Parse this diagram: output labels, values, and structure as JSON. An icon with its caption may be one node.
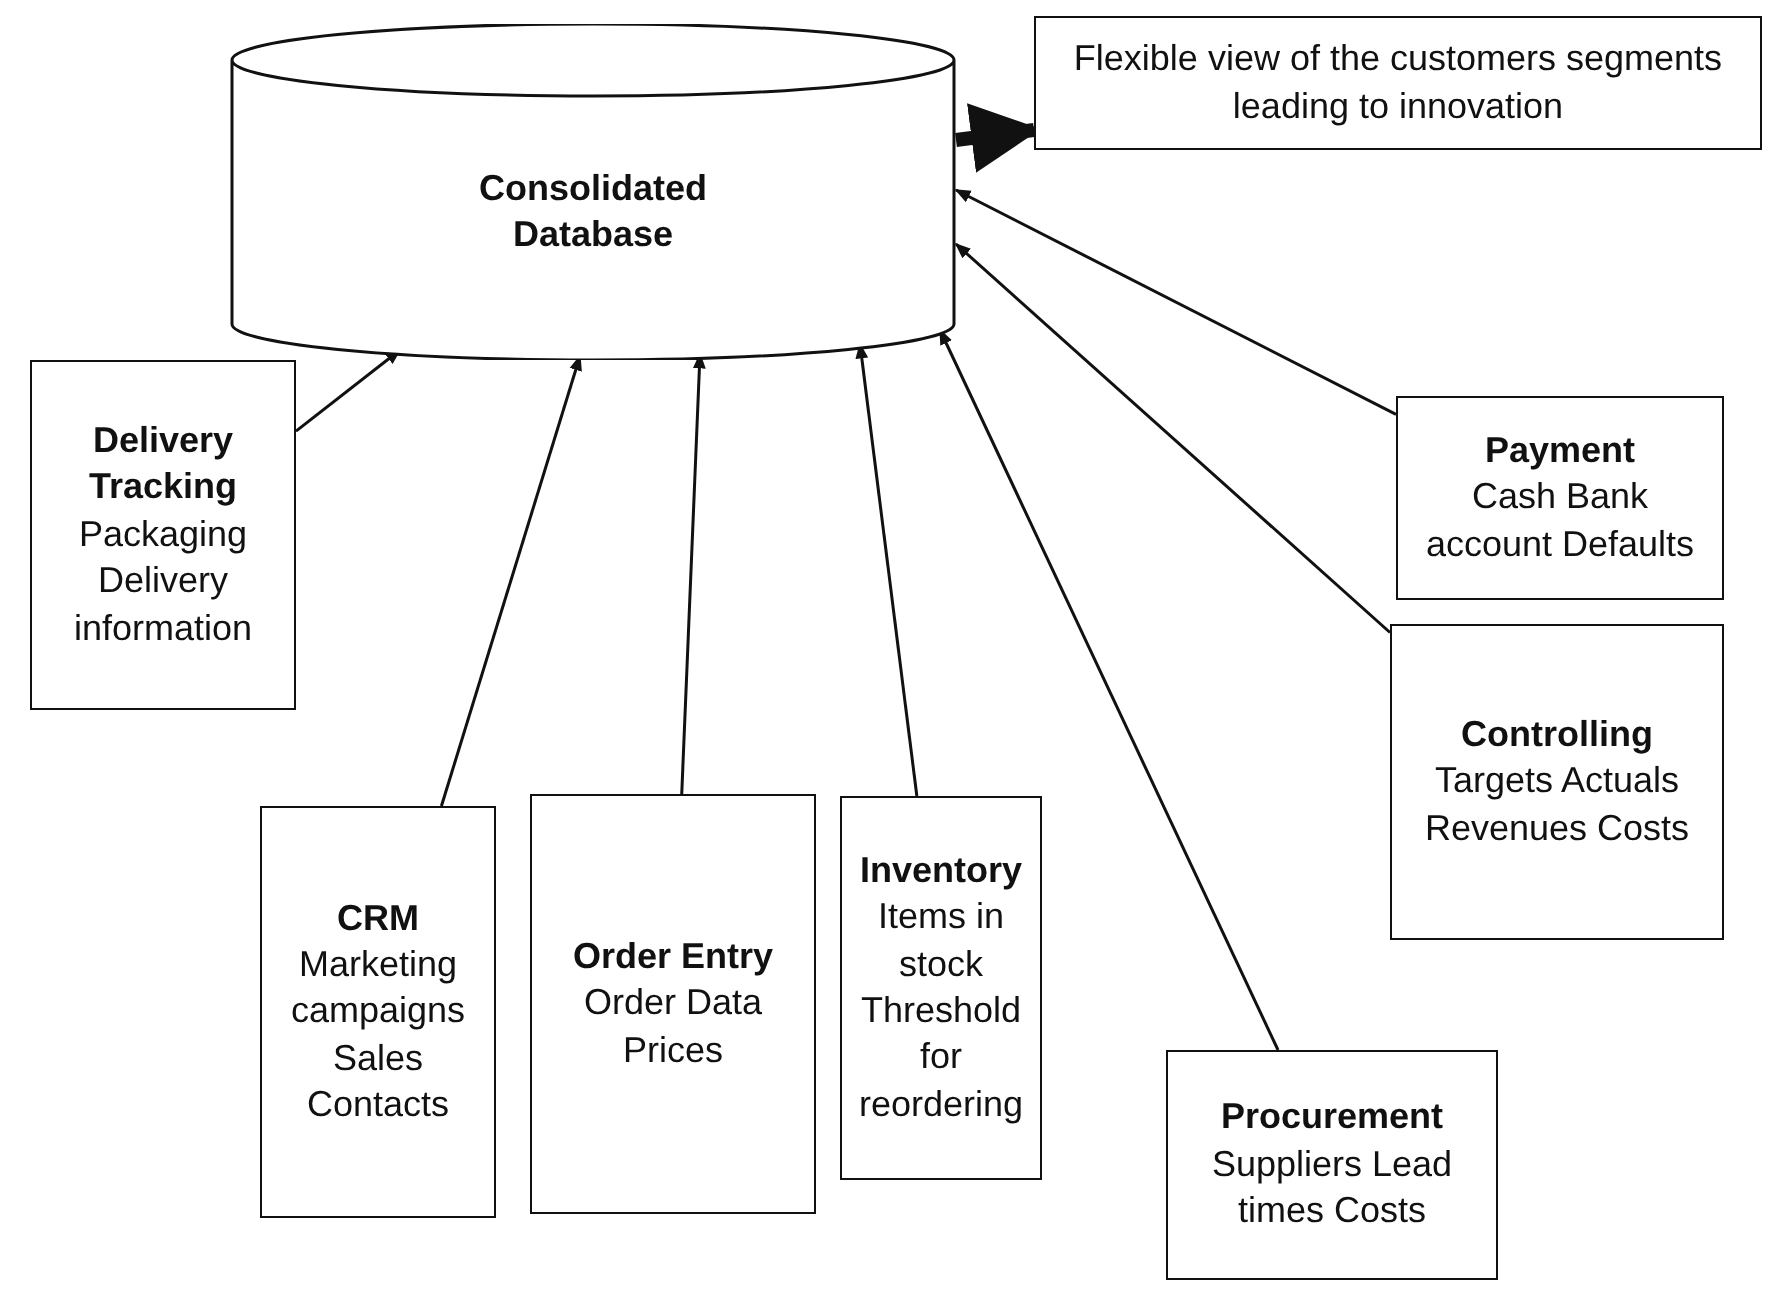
{
  "diagram": {
    "nodes": [
      {
        "text": [
          "Consolidated Database"
        ]
      },
      {
        "text": [
          "Flexible view of the customers segments leading to innovation"
        ]
      },
      {
        "text": [
          "Payment",
          "Cash Bank account Defaults"
        ]
      },
      {
        "text": [
          "Delivery Tracking",
          "Packaging Delivery information"
        ]
      },
      {
        "text": [
          "Controlling",
          "Targets Actuals Revenues Costs"
        ]
      },
      {
        "text": [
          "CRM",
          "Marketing campaigns Sales Contacts"
        ]
      },
      {
        "text": [
          "Order Entry",
          "Order Data Prices"
        ]
      },
      {
        "text": [
          "Inventory",
          "Items in stock Threshold for reordering"
        ]
      },
      {
        "text": [
          "Procurement",
          "Suppliers Lead times Costs"
        ]
      }
    ],
    "edges": [
      {
        "from": 0,
        "to": 1,
        "arrow": "to",
        "style": "thick"
      },
      {
        "from": 2,
        "to": 0,
        "arrow": "to"
      },
      {
        "from": 3,
        "to": 0,
        "arrow": "to"
      },
      {
        "from": 4,
        "to": 0,
        "arrow": "to"
      },
      {
        "from": 5,
        "to": 0,
        "arrow": "to"
      },
      {
        "from": 6,
        "to": 0,
        "arrow": "to"
      },
      {
        "from": 7,
        "to": 0,
        "arrow": "to"
      },
      {
        "from": 8,
        "to": 0,
        "arrow": "to"
      }
    ]
  }
}
